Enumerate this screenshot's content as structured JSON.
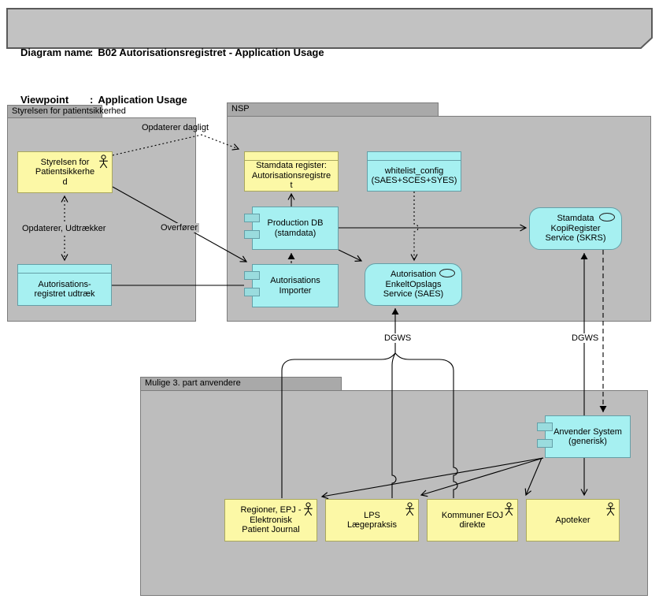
{
  "title_note": {
    "rows": [
      {
        "label": "Diagram name",
        "value": "B02 Autorisationsregistret - Application Usage"
      },
      {
        "label": "Viewpoint",
        "value": "Application Usage"
      }
    ]
  },
  "groups": {
    "styrelsen": {
      "label": "Styrelsen for patientsikkerhed"
    },
    "nsp": {
      "label": "NSP"
    },
    "mulige": {
      "label": "Mulige 3. part anvendere"
    }
  },
  "nodes": {
    "styrelsen_actor": {
      "lines": [
        "Styrelsen for",
        "Patientsikkerhe",
        "d"
      ]
    },
    "autoreg_udtraek": {
      "lines": [
        "Autorisations-",
        "registret udtræk"
      ]
    },
    "stamdata_register": {
      "lines": [
        "Stamdata register:",
        "Autorisationsregistre",
        "t"
      ]
    },
    "whitelist_config": {
      "lines": [
        "whitelist_config",
        "(SAES+SCES+SYES)"
      ]
    },
    "production_db": {
      "lines": [
        "Production DB",
        "(stamdata)"
      ]
    },
    "autorisations_importer": {
      "lines": [
        "Autorisations",
        "Importer"
      ]
    },
    "saes": {
      "lines": [
        "Autorisation",
        "EnkeltOpslags",
        "Service (SAES)"
      ]
    },
    "skrs": {
      "lines": [
        "Stamdata",
        "KopiRegister",
        "Service (SKRS)"
      ]
    },
    "anvender_system": {
      "lines": [
        "Anvender System",
        "(generisk)"
      ]
    },
    "regioner_epj": {
      "lines": [
        "Regioner, EPJ -",
        "Elektronisk",
        "Patient Journal"
      ]
    },
    "lps": {
      "lines": [
        "LPS",
        "Lægepraksis"
      ]
    },
    "kommuner_eoj": {
      "lines": [
        "Kommuner EOJ",
        "direkte"
      ]
    },
    "apoteker": {
      "lines": [
        "Apoteker"
      ]
    }
  },
  "edge_labels": {
    "opdaterer_dagligt": "Opdaterer dagligt",
    "opdaterer_udtraekker": "Opdaterer, Udtrækker",
    "overfoerer": "Overfører",
    "dgws_left": "DGWS",
    "dgws_right": "DGWS"
  },
  "colors": {
    "group_fill": "#BDBDBD",
    "group_tab": "#A9A9A9",
    "group_border": "#7C7C7C",
    "note_fill": "#C2C2C2",
    "note_border": "#5A5A5A",
    "yellow": "#FCF8A6",
    "yellow_border": "#A9A75D",
    "cyan": "#A6F0F1",
    "cyan_icon": "#9ADCDE",
    "cyan_border": "#649FA7",
    "line": "#000000"
  }
}
